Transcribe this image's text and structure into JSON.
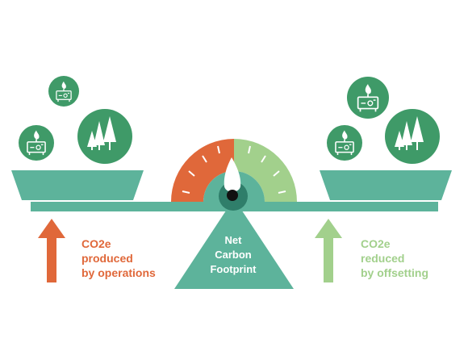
{
  "diagram": {
    "center_label": [
      "Net",
      "Carbon",
      "Footprint"
    ],
    "left_label": [
      "CO2e",
      "produced",
      "by operations"
    ],
    "right_label": [
      "CO2e",
      "reduced",
      "by offsetting"
    ],
    "left_pan_icons": [
      "generator-icon",
      "generator-icon",
      "trees-icon"
    ],
    "right_pan_icons": [
      "generator-icon",
      "generator-icon",
      "trees-icon"
    ],
    "gauge_icon": "flame-needle-icon"
  },
  "colors": {
    "teal": "#5db39b",
    "dark_green": "#3f9a68",
    "orange": "#e0683a",
    "light_green": "#a2d08c",
    "pivot_dark": "#2f7e6a",
    "white": "#ffffff"
  }
}
